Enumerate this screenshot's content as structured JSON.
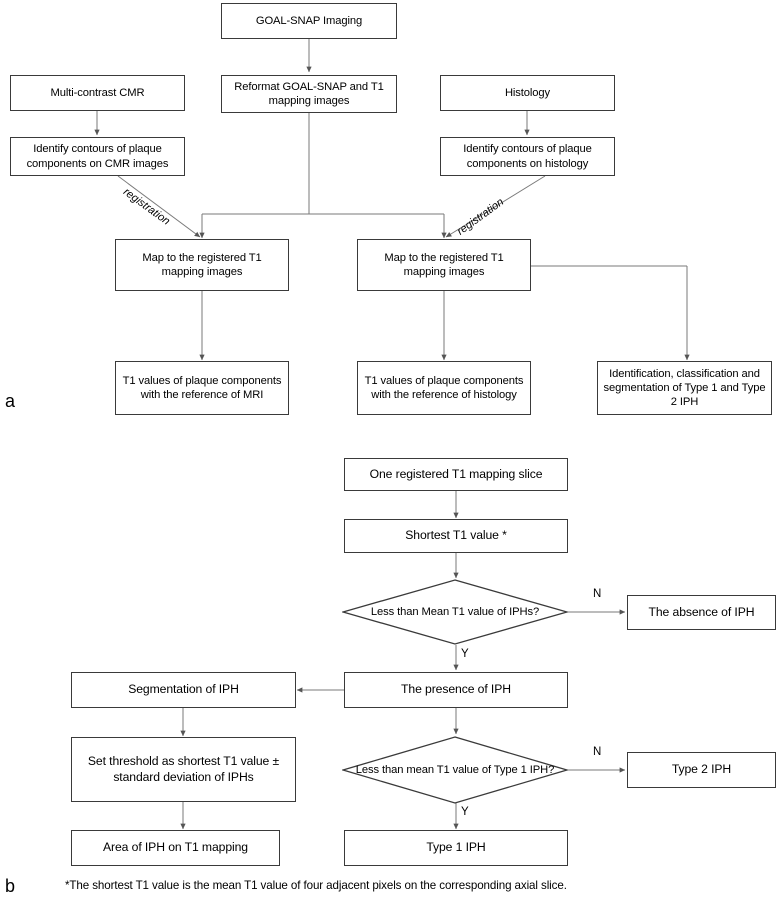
{
  "figure": {
    "panel_a_letter": "a",
    "panel_b_letter": "b",
    "footnote": "*The shortest T1 value is the mean T1 value of four adjacent pixels on the corresponding axial slice.",
    "stroke_color": "#3a3a3a",
    "connector_color": "#6e6e6e",
    "background": "#ffffff"
  },
  "panel_a": {
    "nodes": {
      "goal_snap_imaging": "GOAL-SNAP Imaging",
      "multi_contrast_cmr": "Multi-contrast CMR",
      "reformat": "Reformat GOAL-SNAP and T1 mapping images",
      "histology": "Histology",
      "identify_cmr": "Identify contours of plaque components on CMR images",
      "identify_histology": "Identify contours of plaque components on histology",
      "map_left": "Map to the registered T1 mapping images",
      "map_right": "Map to the registered T1 mapping images",
      "t1_values_mri": "T1 values of plaque components with the reference of MRI",
      "t1_values_histology": "T1 values of plaque components with the reference of histology",
      "identification": "Identification, classification and segmentation of Type 1 and Type 2 IPH"
    },
    "edge_labels": {
      "registration_left": "registration",
      "registration_right": "registration"
    }
  },
  "panel_b": {
    "nodes": {
      "one_slice": "One registered T1 mapping slice",
      "shortest_t1": "Shortest T1 value *",
      "decision_iph": "Less than Mean T1 value of IPHs?",
      "absence_iph": "The absence of IPH",
      "presence_iph": "The presence of IPH",
      "segmentation_iph": "Segmentation of IPH",
      "set_threshold": "Set threshold as shortest T1 value ± standard deviation of IPHs",
      "decision_type1": "Less than mean T1 value of Type 1 IPH?",
      "type2_iph": "Type 2 IPH",
      "type1_iph": "Type 1 IPH",
      "area_iph": "Area of IPH on T1 mapping"
    },
    "branch_labels": {
      "no_1": "N",
      "yes_1": "Y",
      "no_2": "N",
      "yes_2": "Y"
    }
  }
}
